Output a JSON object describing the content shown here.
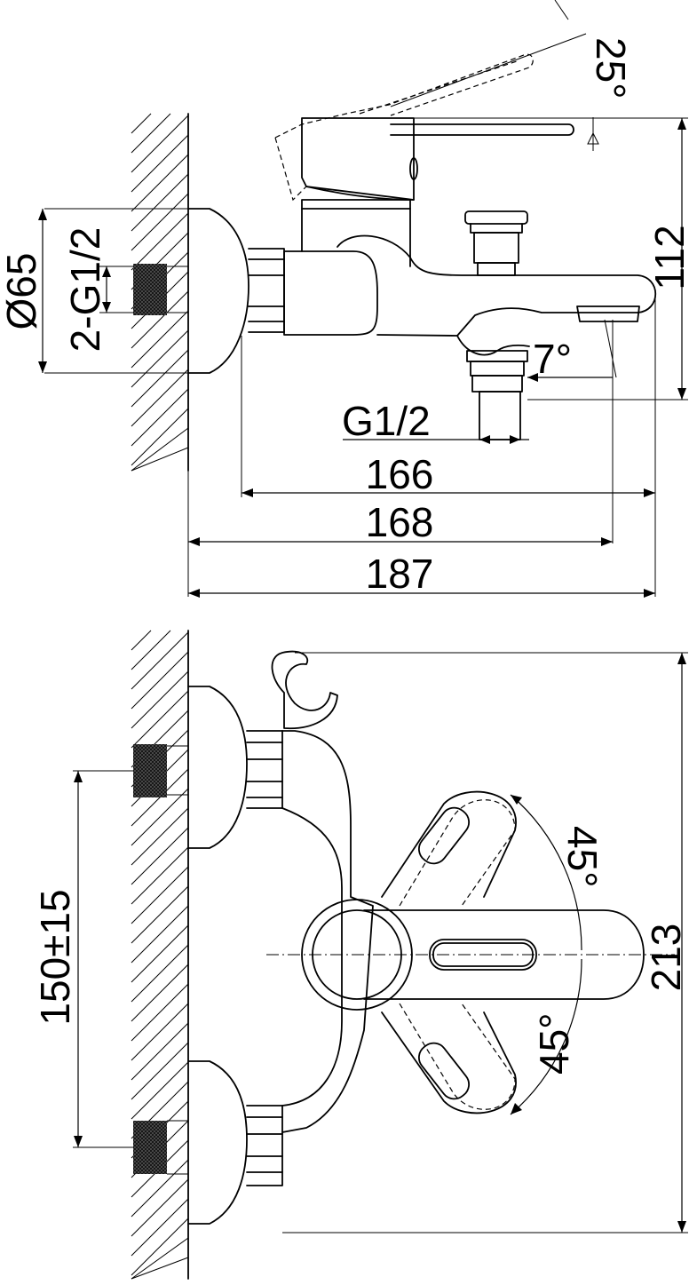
{
  "side_view": {
    "angle_lever": "25°",
    "dim_height": "112",
    "dim_flange": "Ø65",
    "dim_inlet_thread": "2-G1/2",
    "angle_spout": "7°",
    "dim_outlet_thread": "G1/2",
    "dim_width_1": "166",
    "dim_width_2": "168",
    "dim_width_3": "187"
  },
  "top_view": {
    "dim_center_distance": "150±15",
    "angle_upper": "45°",
    "angle_lower": "45°",
    "dim_depth": "213"
  }
}
